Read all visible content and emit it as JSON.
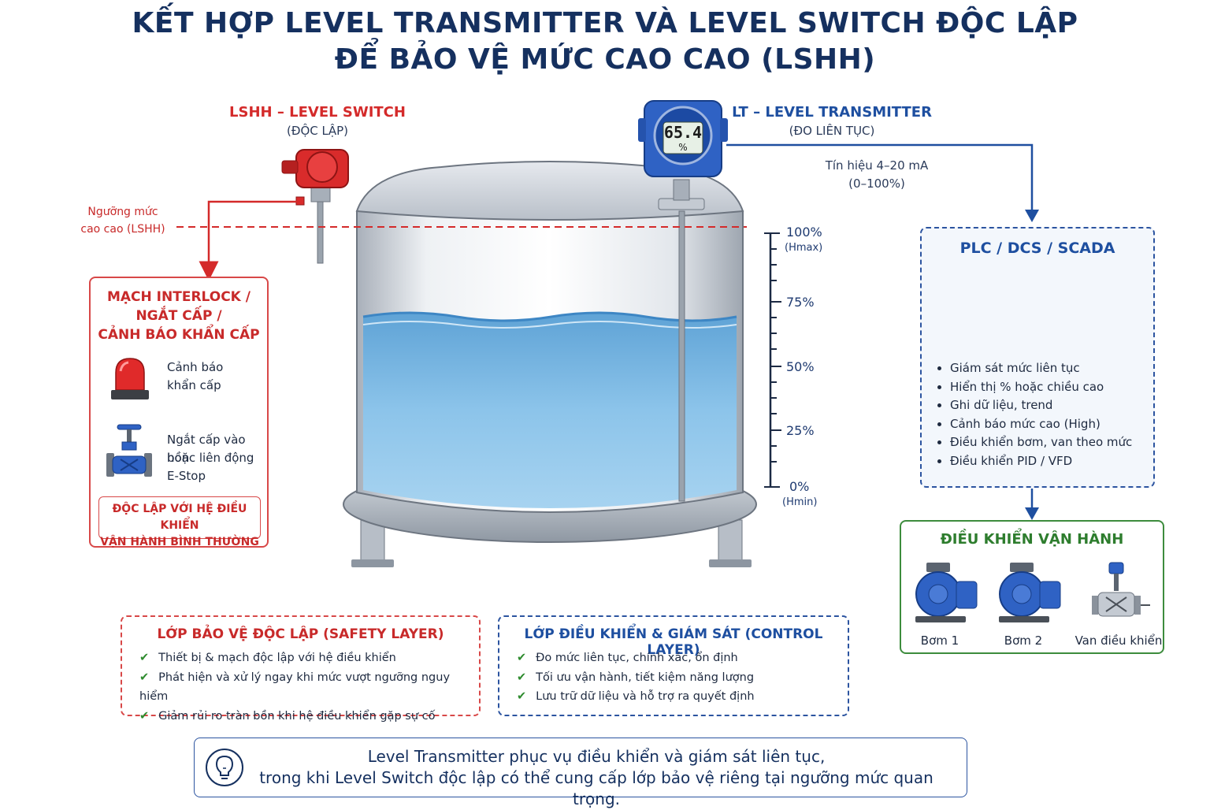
{
  "title": {
    "line1": "KẾT HỢP LEVEL TRANSMITTER VÀ LEVEL SWITCH ĐỘC LẬP",
    "line2": "ĐỂ BẢO VỆ MỨC CAO CAO (LSHH)"
  },
  "lshh": {
    "title": "LSHH – LEVEL SWITCH",
    "subtitle": "(ĐỘC LẬP)"
  },
  "lt": {
    "title": "LT – LEVEL TRANSMITTER",
    "subtitle": "(ĐO LIÊN TỤC)",
    "display_value": "65.4",
    "display_unit": "%"
  },
  "signal": {
    "line1": "Tín hiệu 4–20 mA",
    "line2": "(0–100%)"
  },
  "threshold": {
    "line1": "Ngưỡng mức",
    "line2": "cao cao (LSHH)"
  },
  "interlock": {
    "title_l1": "MẠCH INTERLOCK /",
    "title_l2": "NGẮT CẤP /",
    "title_l3": "CẢNH BÁO KHẨN CẤP",
    "alarm_l1": "Cảnh báo",
    "alarm_l2": "khẩn cấp",
    "valve_l1": "Ngắt cấp vào bồn",
    "valve_l2": "hoặc liên động",
    "valve_l3": "E-Stop",
    "independent_l1": "ĐỘC LẬP VỚI HỆ ĐIỀU KHIỂN",
    "independent_l2": "VẬN HÀNH BÌNH THƯỜNG"
  },
  "scale": {
    "p100": "100%",
    "hmax": "(Hmax)",
    "p75": "75%",
    "p50": "50%",
    "p25": "25%",
    "p0": "0%",
    "hmin": "(Hmin)"
  },
  "plc": {
    "title": "PLC / DCS / SCADA",
    "items": [
      "Giám sát mức liên tục",
      "Hiển thị % hoặc chiều cao",
      "Ghi dữ liệu, trend",
      "Cảnh báo mức cao (High)",
      "Điều khiển bơm, van theo mức",
      "Điều khiển PID / VFD"
    ]
  },
  "control_ops": {
    "title": "ĐIỀU KHIỂN VẬN HÀNH",
    "pump1": "Bơm 1",
    "pump2": "Bơm 2",
    "valve": "Van điều khiển"
  },
  "safety_layer": {
    "title": "LỚP BẢO VỆ ĐỘC LẬP (SAFETY LAYER)",
    "items": [
      "Thiết bị & mạch độc lập với hệ điều khiển",
      "Phát hiện và xử lý ngay khi mức vượt ngưỡng nguy hiểm",
      "Giảm rủi ro tràn bồn khi hệ điều khiển gặp sự cố"
    ]
  },
  "control_layer": {
    "title": "LỚP ĐIỀU KHIỂN & GIÁM SÁT (CONTROL LAYER)",
    "items": [
      "Đo mức liên tục, chính xác, ổn định",
      "Tối ưu vận hành, tiết kiệm năng lượng",
      "Lưu trữ dữ liệu và hỗ trợ ra quyết định"
    ]
  },
  "summary": {
    "line1": "Level Transmitter phục vụ điều khiển và giám sát liên tục,",
    "line2": "trong khi Level Switch độc lập có thể cung cấp lớp bảo vệ riêng tại ngưỡng mức quan trọng."
  },
  "colors": {
    "red": "#d42a2a",
    "blue": "#1e4fa0",
    "green": "#2e7d2e",
    "water": "#8cc4ea",
    "navy": "#15305f"
  }
}
